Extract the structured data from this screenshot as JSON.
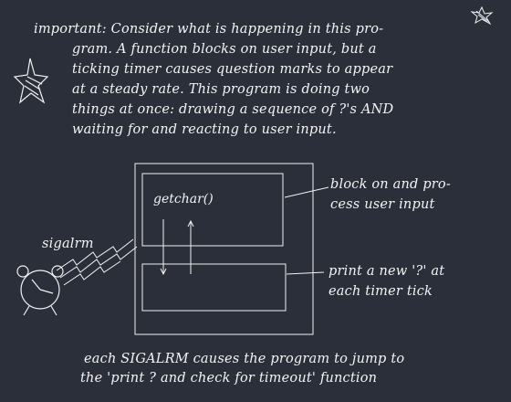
{
  "intro": {
    "lines": [
      "important:  Consider what is happening in this pro-",
      "gram.  A function blocks on user input, but a",
      "ticking timer causes question marks to appear",
      "at a steady rate.  This program is doing two",
      "things at once: drawing a sequence of ?'s AND",
      "waiting for and reacting to user input."
    ]
  },
  "diagram": {
    "top_box_label": "getchar()",
    "top_callout": [
      "block on and pro-",
      "cess user input"
    ],
    "bottom_callout": [
      "print a new '?' at",
      "each timer tick"
    ],
    "signal_label": "sigalrm"
  },
  "footer": {
    "lines": [
      "each SIGALRM causes the program to jump to",
      "the 'print ? and check for timeout' function"
    ]
  },
  "colors": {
    "background": "#2b2f3a",
    "ink": "#f2f2f2"
  },
  "icons": [
    "star-icon",
    "small-star-icon",
    "alarm-clock-icon",
    "lightning-icon"
  ]
}
